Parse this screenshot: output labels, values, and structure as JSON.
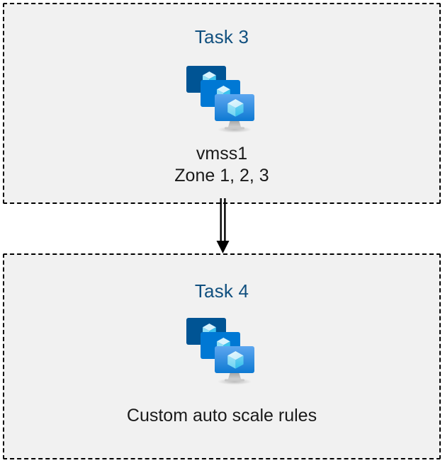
{
  "diagram": {
    "background_color": "#ffffff",
    "box_fill_color": "#f1f1f1",
    "box_border_color": "#000000",
    "title_color": "#11507f",
    "caption_color": "#1a1a1a",
    "connector_color": "#000000",
    "boxes": [
      {
        "id": "task-3",
        "title": "Task 3",
        "icon": "vm-scale-set-icon",
        "caption_lines": [
          "vmss1",
          "Zone 1, 2, 3"
        ]
      },
      {
        "id": "task-4",
        "title": "Task 4",
        "icon": "vm-scale-set-icon",
        "caption_lines": [
          "Custom auto scale rules"
        ]
      }
    ],
    "connector": {
      "name": "double-line-arrow-down",
      "from": "task-3",
      "to": "task-4"
    },
    "icon_colors": {
      "monitor_back": "#005494",
      "monitor_mid": "#0078d4",
      "monitor_front_top": "#50a0ef",
      "monitor_front_bottom": "#0f7ad4",
      "cube_top": "#d6f2fc",
      "cube_left": "#86dcf5",
      "cube_right": "#41c7ef",
      "stand": "#b3b3b3"
    }
  }
}
